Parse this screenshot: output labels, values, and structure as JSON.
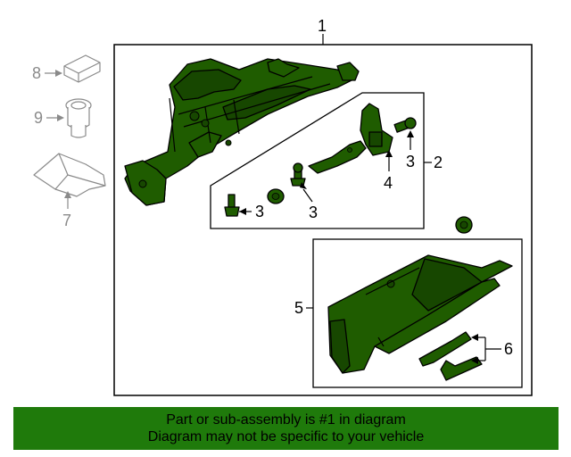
{
  "callouts": {
    "c1": "1",
    "c2": "2",
    "c3a": "3",
    "c3b": "3",
    "c3c": "3",
    "c4": "4",
    "c5": "5",
    "c6": "6",
    "c7": "7",
    "c8": "8",
    "c9": "9"
  },
  "banner": {
    "line1": "Part or sub-assembly is #1 in diagram",
    "line2": "Diagram may not be specific to your vehicle"
  },
  "colors": {
    "part_fill": "#1f5c00",
    "banner_bg": "#1f7a0b",
    "secondary_part": "#8a8a8a"
  }
}
